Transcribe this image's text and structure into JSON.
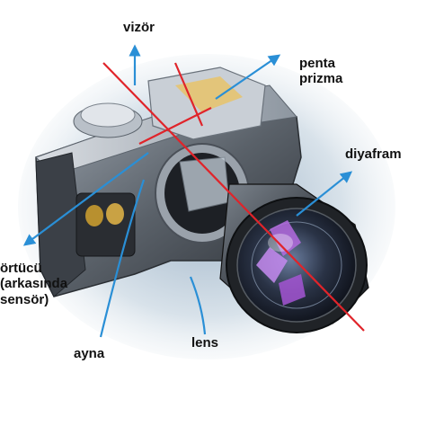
{
  "labels": {
    "vizor": "vizör",
    "penta_line1": "penta",
    "penta_line2": "prizma",
    "diyafram": "diyafram",
    "ortucu_line1": "örtücü",
    "ortucu_line2": "(arkasında",
    "ortucu_line3": "sensör)",
    "ayna": "ayna",
    "lens": "lens"
  },
  "colors": {
    "annotation_arrow": "#2a8fd6",
    "optical_axis": "#e0242a",
    "camera_body": "#4a4f57",
    "lens_barrel": "#2b2f35",
    "iris": "#b46be0"
  }
}
